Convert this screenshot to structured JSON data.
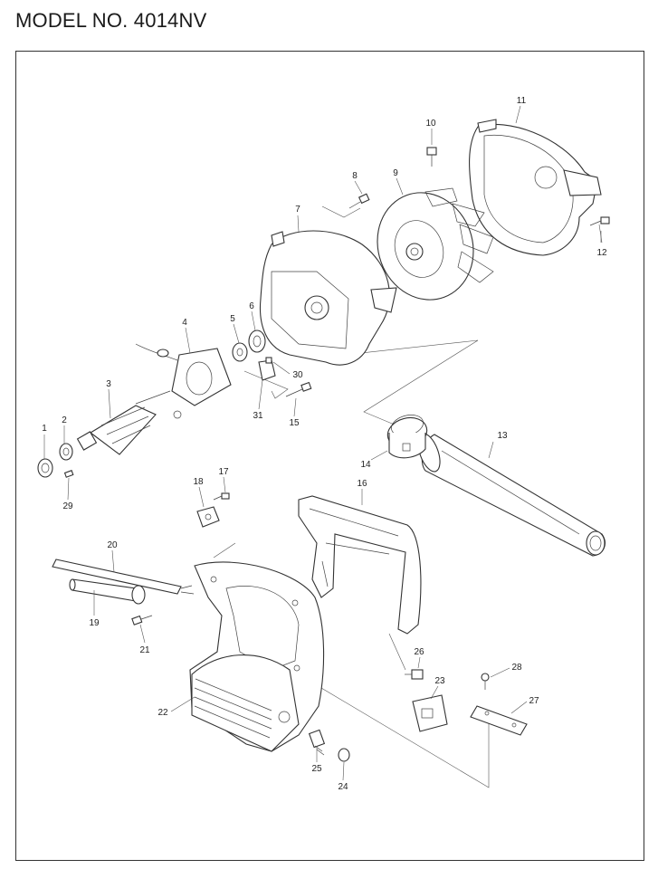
{
  "header": {
    "model_label": "MODEL NO. 4014NV"
  },
  "parts": [
    {
      "id": "p1",
      "label": "1"
    },
    {
      "id": "p2",
      "label": "2"
    },
    {
      "id": "p3",
      "label": "3"
    },
    {
      "id": "p4",
      "label": "4"
    },
    {
      "id": "p5",
      "label": "5"
    },
    {
      "id": "p6",
      "label": "6"
    },
    {
      "id": "p7",
      "label": "7"
    },
    {
      "id": "p8",
      "label": "8"
    },
    {
      "id": "p9",
      "label": "9"
    },
    {
      "id": "p10",
      "label": "10"
    },
    {
      "id": "p11",
      "label": "11"
    },
    {
      "id": "p12",
      "label": "12"
    },
    {
      "id": "p13",
      "label": "13"
    },
    {
      "id": "p14",
      "label": "14"
    },
    {
      "id": "p15",
      "label": "15"
    },
    {
      "id": "p16",
      "label": "16"
    },
    {
      "id": "p17",
      "label": "17"
    },
    {
      "id": "p18",
      "label": "18"
    },
    {
      "id": "p19",
      "label": "19"
    },
    {
      "id": "p20",
      "label": "20"
    },
    {
      "id": "p21",
      "label": "21"
    },
    {
      "id": "p22",
      "label": "22"
    },
    {
      "id": "p23",
      "label": "23"
    },
    {
      "id": "p24",
      "label": "24"
    },
    {
      "id": "p25",
      "label": "25"
    },
    {
      "id": "p26",
      "label": "26"
    },
    {
      "id": "p27",
      "label": "27"
    },
    {
      "id": "p28",
      "label": "28"
    },
    {
      "id": "p29",
      "label": "29"
    },
    {
      "id": "p30",
      "label": "30"
    },
    {
      "id": "p31",
      "label": "31"
    }
  ]
}
